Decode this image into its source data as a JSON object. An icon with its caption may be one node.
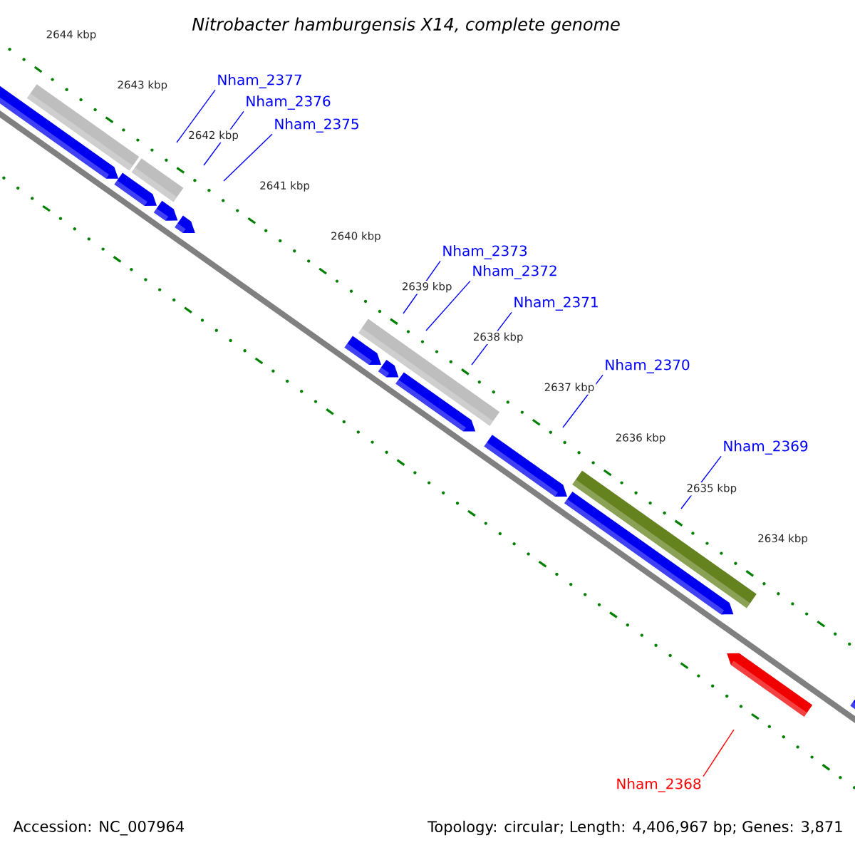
{
  "diagram": {
    "title": "Nitrobacter hamburgensis X14, complete genome",
    "nodes": [
      {
        "text": [
          "Nham_2377"
        ]
      },
      {
        "text": [
          "Nham_2376"
        ]
      },
      {
        "text": [
          "Nham_2375"
        ]
      },
      {
        "text": [
          "Nham_2373"
        ]
      },
      {
        "text": [
          "Nham_2372"
        ]
      },
      {
        "text": [
          "Nham_2371"
        ]
      },
      {
        "text": [
          "Nham_2370"
        ]
      },
      {
        "text": [
          "Nham_2369"
        ]
      },
      {
        "text": [
          "Nham_2368"
        ]
      }
    ],
    "edges": [
      {
        "from": 0,
        "to": null,
        "arrow": "none"
      },
      {
        "from": 1,
        "to": null,
        "arrow": "none"
      },
      {
        "from": 2,
        "to": null,
        "arrow": "none"
      },
      {
        "from": 3,
        "to": null,
        "arrow": "none"
      },
      {
        "from": 4,
        "to": null,
        "arrow": "none"
      },
      {
        "from": 5,
        "to": null,
        "arrow": "none"
      },
      {
        "from": 6,
        "to": null,
        "arrow": "none"
      },
      {
        "from": 7,
        "to": null,
        "arrow": "none"
      },
      {
        "from": 8,
        "to": null,
        "arrow": "none",
        "color": "#ff0000"
      }
    ],
    "labels": [
      "2644 kbp",
      "2643 kbp",
      "2642 kbp",
      "2641 kbp",
      "2640 kbp",
      "2639 kbp",
      "2638 kbp",
      "2637 kbp",
      "2636 kbp",
      "2635 kbp",
      "2634 kbp",
      "Accession: NC_007964",
      "Topology: circular; Length: 4,406,967 bp; Genes: 3,871"
    ]
  }
}
